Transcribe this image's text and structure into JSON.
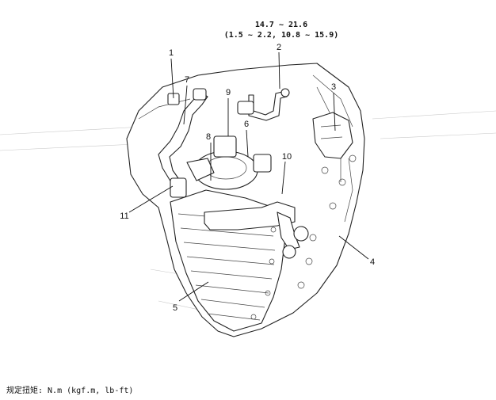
{
  "torque_spec": {
    "line1": "14.7 ~ 21.6",
    "line2": "(1.5 ~ 2.2, 10.8 ~ 15.9)"
  },
  "callouts": [
    "1",
    "2",
    "3",
    "4",
    "5",
    "6",
    "7",
    "8",
    "9",
    "10",
    "11"
  ],
  "footer": {
    "label": "规定扭矩: N.m (kgf.m, lb-ft)"
  }
}
